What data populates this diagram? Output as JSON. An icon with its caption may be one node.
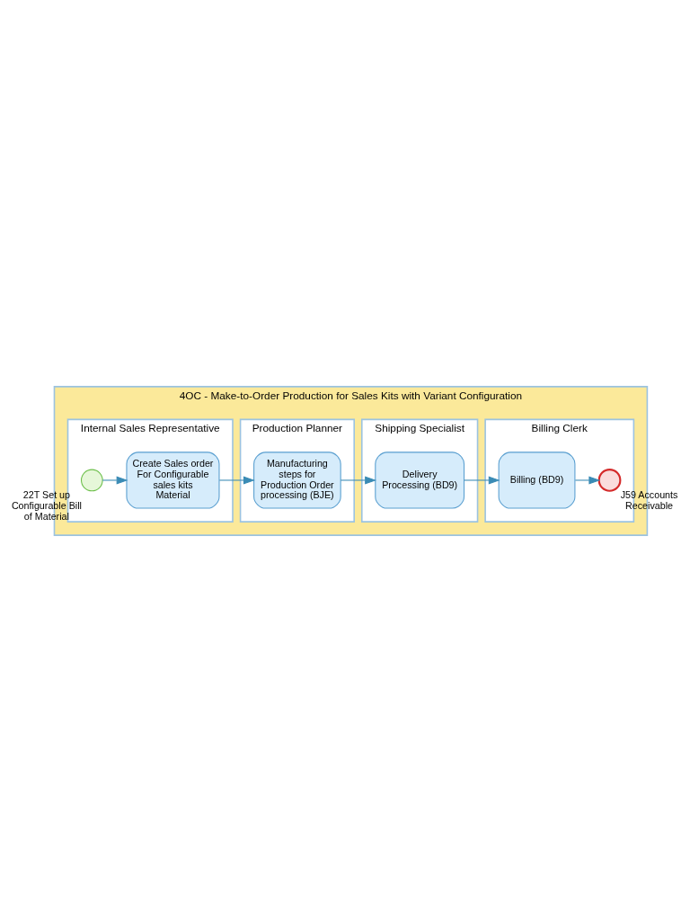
{
  "diagram": {
    "nodes": [
      {
        "text": [
          "4OC - Make-to-Order Production for Sales Kits with Variant Configuration"
        ]
      },
      {
        "text": [
          "Internal Sales Representative"
        ],
        "in": 0
      },
      {
        "text": [
          "Production Planner"
        ],
        "in": 0
      },
      {
        "text": [
          "Shipping Specialist"
        ],
        "in": 0
      },
      {
        "text": [
          "Billing Clerk"
        ],
        "in": 0
      },
      {
        "text": [],
        "shape": "circle",
        "beside": [
          "22T Set up Configurable Bill of Material"
        ],
        "in": 1
      },
      {
        "text": [
          "Create Sales order For Configurable sales kits Material"
        ],
        "in": 1
      },
      {
        "text": [
          "Manufacturing steps for Production Order processing (BJE)"
        ],
        "in": 2
      },
      {
        "text": [
          "Delivery Processing (BD9)"
        ],
        "in": 3
      },
      {
        "text": [
          "Billing (BD9)"
        ],
        "in": 4
      },
      {
        "text": [],
        "shape": "circle",
        "beside": [
          "J59 Accounts Receivable"
        ],
        "in": 4
      }
    ],
    "edges": [
      {
        "from": 5,
        "to": 6,
        "arrow": "to"
      },
      {
        "from": 6,
        "to": 7,
        "arrow": "to"
      },
      {
        "from": 7,
        "to": 8,
        "arrow": "to"
      },
      {
        "from": 8,
        "to": 9,
        "arrow": "to"
      },
      {
        "from": 9,
        "to": 10,
        "arrow": "to"
      }
    ]
  }
}
